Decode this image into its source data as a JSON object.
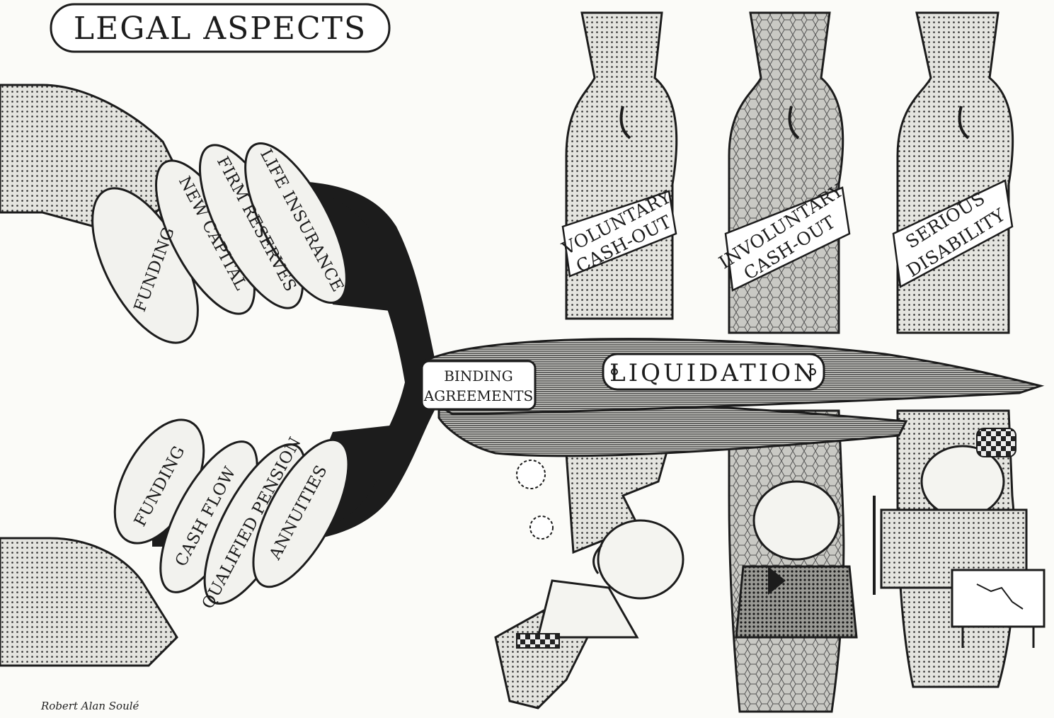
{
  "title": "LEGAL ASPECTS",
  "upper_hand": {
    "thumb": "FUNDING",
    "fingers": [
      "NEW CAPITAL",
      "FIRM RESERVES",
      "LIFE INSURANCE"
    ]
  },
  "lower_hand": {
    "thumb": "FUNDING",
    "fingers": [
      "CASH FLOW",
      "QUALIFIED PENSION",
      "ANNUITIES"
    ]
  },
  "rivet_label": [
    "BINDING",
    "AGREEMENTS"
  ],
  "blade_label": "LIQUIDATION",
  "bags": [
    {
      "line1": "VOLUNTARY",
      "line2": "CASH-OUT"
    },
    {
      "line1": "INVOLUNTARY",
      "line2": "CASH-OUT"
    },
    {
      "line1": "SERIOUS",
      "line2": "DISABILITY"
    }
  ],
  "credit": "Robert Alan Soulé",
  "colors": {
    "ink": "#1c1c1c",
    "paper": "#fbfbf8",
    "tone": "#b9b9b4",
    "dark": "#2a2a2a"
  }
}
